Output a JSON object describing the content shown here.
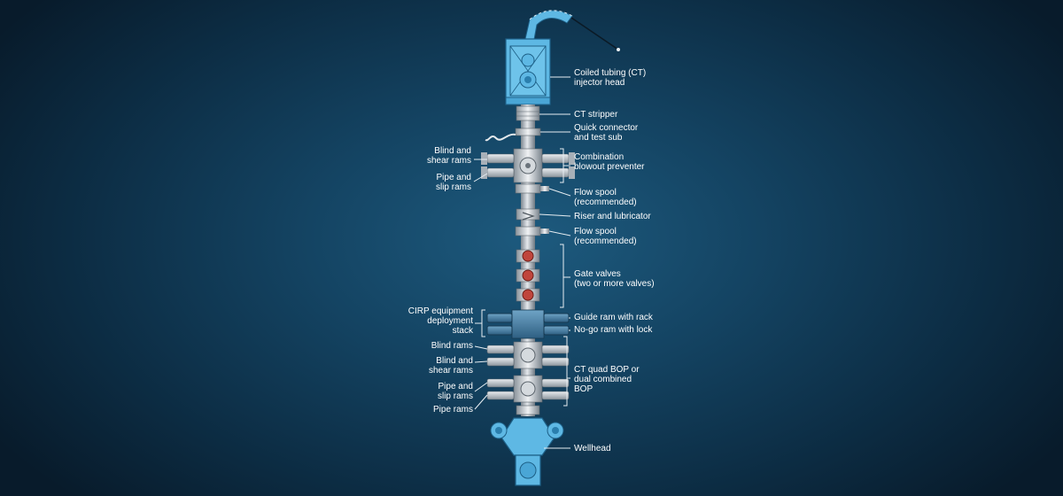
{
  "colors": {
    "background": "#144463",
    "equipment_blue": "#5eb8e4",
    "equipment_dark": "#2b7fae",
    "steel": "#c9cfd6",
    "valve_red": "#c0453c",
    "label": "#ffffff"
  },
  "labels": {
    "ct_injector_head": "Coiled tubing (CT)\ninjector head",
    "ct_stripper": "CT stripper",
    "quick_connector": "Quick connector\nand test sub",
    "combination_bop": "Combination\nblowout preventer",
    "flow_spool_upper": "Flow spool\n(recommended)",
    "riser_lubricator": "Riser and lubricator",
    "flow_spool_lower": "Flow spool\n(recommended)",
    "gate_valves": "Gate valves\n(two or more valves)",
    "guide_ram": "Guide ram with rack",
    "no_go_ram": "No-go ram with lock",
    "ct_quad_bop": "CT quad BOP or\ndual combined\nBOP",
    "wellhead": "Wellhead",
    "blind_shear_rams_upper": "Blind and\nshear rams",
    "pipe_slip_rams_upper": "Pipe and\nslip rams",
    "cirp_stack": "CIRP equipment\ndeployment\nstack",
    "blind_rams": "Blind rams",
    "blind_shear_rams_lower": "Blind and\nshear rams",
    "pipe_slip_rams_lower": "Pipe and\nslip rams",
    "pipe_rams": "Pipe rams"
  }
}
